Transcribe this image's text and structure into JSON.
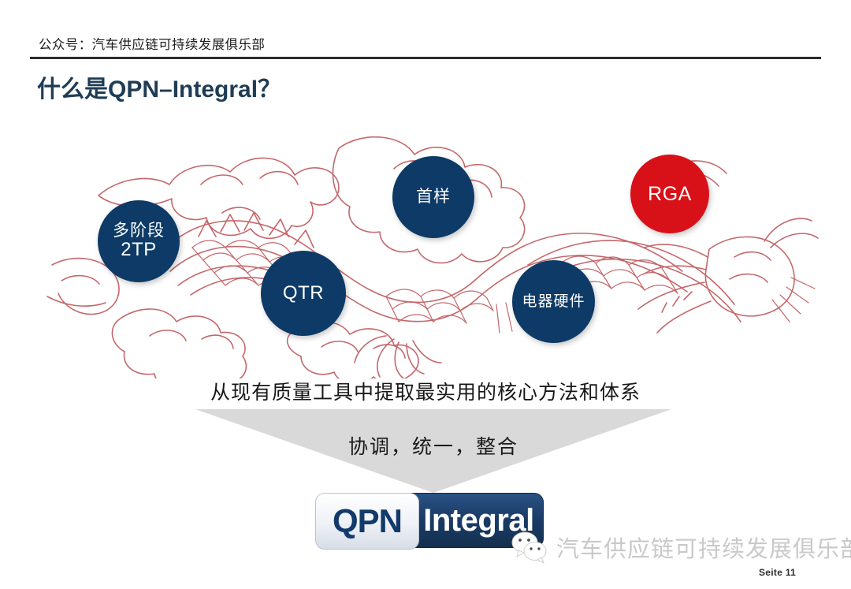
{
  "header": {
    "account_label": "公众号：汽车供应链可持续发展俱乐部"
  },
  "title": {
    "text": "什么是QPN–Integral？",
    "color": "#1f3c56"
  },
  "diagram": {
    "artwork_name": "chinese-dragon-line-art",
    "artwork_color": "#c96a6a",
    "nodes": [
      {
        "id": "2tp",
        "line1": "多阶段",
        "line2": "2TP",
        "color": "#0d3a66"
      },
      {
        "id": "qtr",
        "line1": "QTR",
        "line2": "",
        "color": "#0d3a66"
      },
      {
        "id": "shouyang",
        "line1": "首样",
        "line2": "",
        "color": "#0d3a66"
      },
      {
        "id": "hardware",
        "line1": "电器硬件",
        "line2": "",
        "color": "#0d3a66"
      },
      {
        "id": "rga",
        "line1": "RGA",
        "line2": "",
        "color": "#d81118"
      }
    ]
  },
  "caption": {
    "text": "从现有质量工具中提取最实用的核心方法和体系"
  },
  "arrow": {
    "label": "协调，统一，整合",
    "fill": "#d9d9d9"
  },
  "logo": {
    "left_text": "QPN",
    "right_text": "Integral",
    "left_color": "#123a6b",
    "right_bg": "#1b3c68"
  },
  "watermark": {
    "icon": "wechat-icon",
    "text": "汽车供应链可持续发展俱乐部"
  },
  "footer": {
    "page_number": "Seite 11"
  }
}
